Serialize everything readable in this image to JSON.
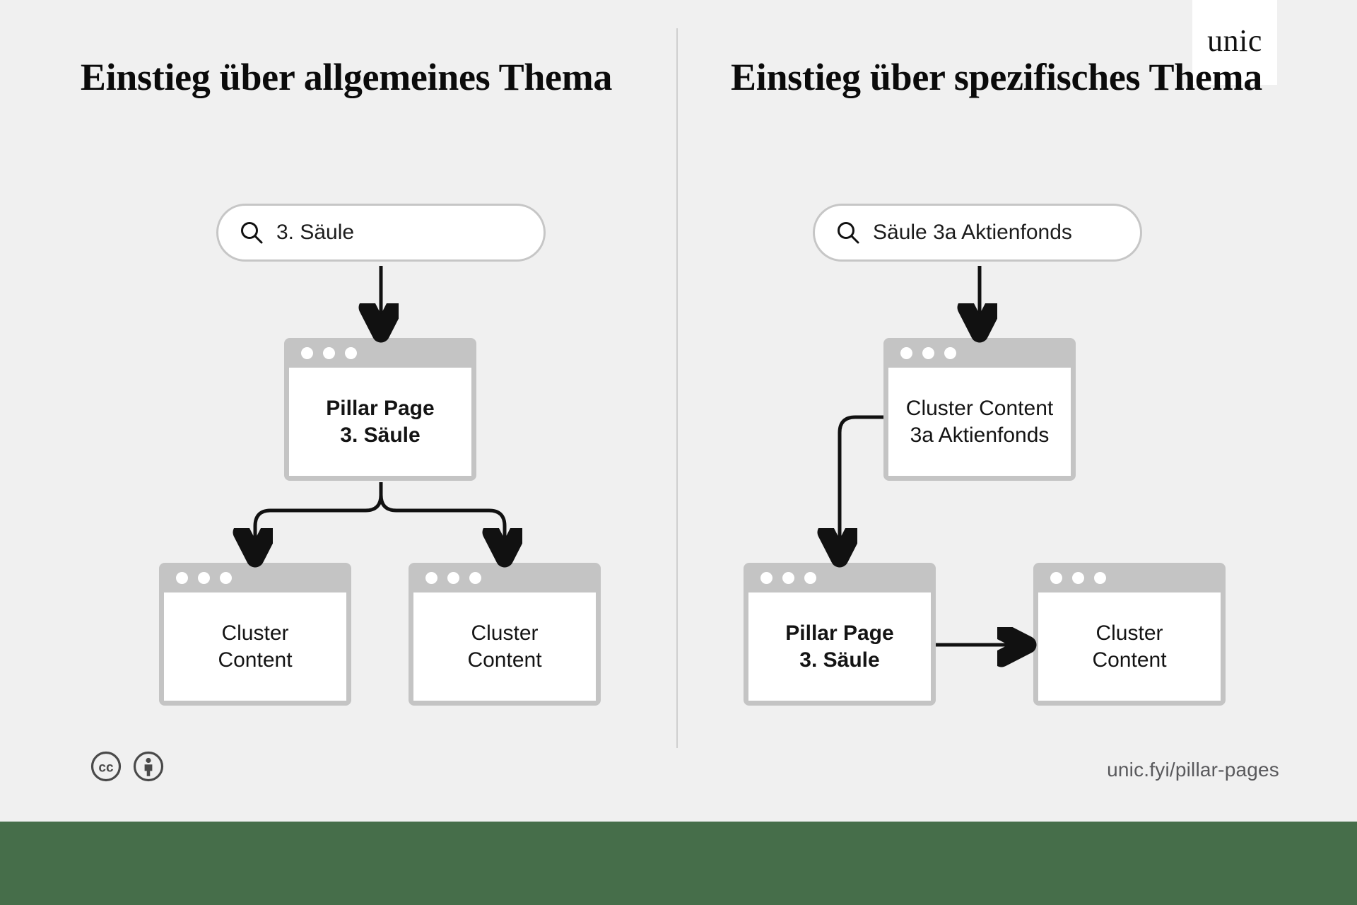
{
  "brand": {
    "logo_text": "unic",
    "accent_green": "#466e4a",
    "background": "#f0f0f0",
    "card_frame": "#c4c4c4",
    "card_screen": "#ffffff",
    "stroke": "#111111"
  },
  "panels": {
    "left": {
      "heading": "Einstieg über allgemeines Thema",
      "search": {
        "icon": "search-icon",
        "value": "3. Säule"
      },
      "pillar": {
        "line1": "Pillar Page",
        "line2": "3. Säule"
      },
      "clusters": [
        {
          "line1": "Cluster",
          "line2": "Content"
        },
        {
          "line1": "Cluster",
          "line2": "Content"
        }
      ]
    },
    "right": {
      "heading": "Einstieg über spezifisches Thema",
      "search": {
        "icon": "search-icon",
        "value": "Säule 3a Aktienfonds"
      },
      "cluster_entry": {
        "line1": "Cluster Content",
        "line2": "3a Aktienfonds"
      },
      "pillar": {
        "line1": "Pillar Page",
        "line2": "3. Säule"
      },
      "cluster_sibling": {
        "line1": "Cluster",
        "line2": "Content"
      }
    }
  },
  "footer": {
    "license_icons": [
      "creative-commons-icon",
      "attribution-icon"
    ],
    "url": "unic.fyi/pillar-pages"
  }
}
